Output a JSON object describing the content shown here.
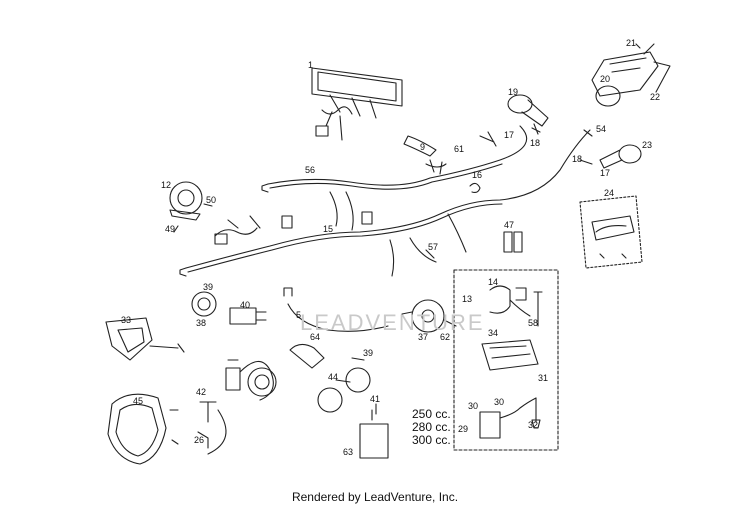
{
  "watermark": "LEADVENTURE",
  "footer": "Rendered by LeadVenture, Inc.",
  "engine_sizes": [
    "250 cc.",
    "280 cc.",
    "300 cc."
  ],
  "callouts": [
    "1",
    "5",
    "9",
    "12",
    "13",
    "14",
    "15",
    "16",
    "17",
    "17",
    "18",
    "18",
    "19",
    "20",
    "21",
    "22",
    "23",
    "24",
    "26",
    "29",
    "30",
    "30",
    "31",
    "32",
    "33",
    "34",
    "37",
    "38",
    "39",
    "39",
    "40",
    "41",
    "42",
    "44",
    "45",
    "47",
    "49",
    "50",
    "54",
    "56",
    "57",
    "58",
    "61",
    "62",
    "63",
    "64"
  ]
}
